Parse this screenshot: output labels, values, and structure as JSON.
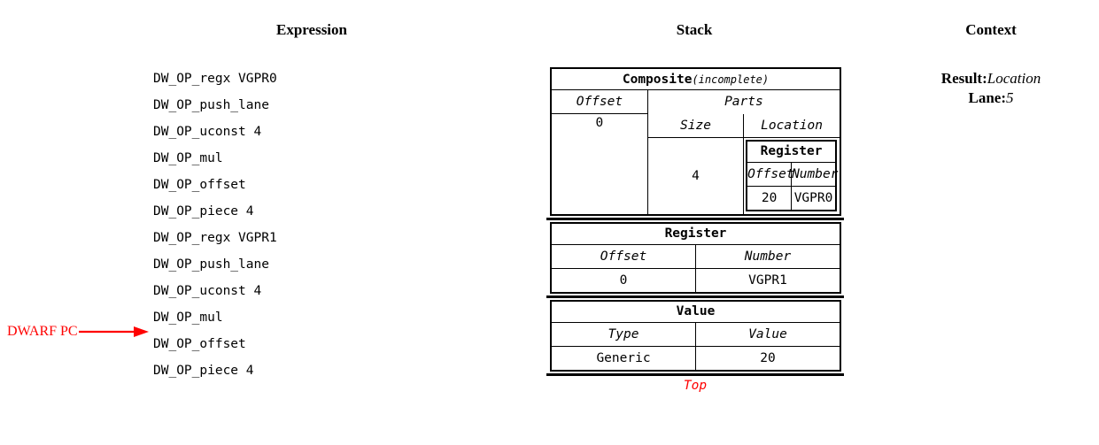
{
  "headings": {
    "expression": "Expression",
    "stack": "Stack",
    "context": "Context"
  },
  "expression": {
    "lines": [
      "DW_OP_regx VGPR0",
      "DW_OP_push_lane",
      "DW_OP_uconst 4",
      "DW_OP_mul",
      "DW_OP_offset",
      "DW_OP_piece 4",
      "DW_OP_regx VGPR1",
      "DW_OP_push_lane",
      "DW_OP_uconst 4",
      "DW_OP_mul",
      "DW_OP_offset",
      "DW_OP_piece 4"
    ],
    "pc_marker": {
      "label": "DWARF PC",
      "target_line_index": 10,
      "color": "#ff0000"
    }
  },
  "stack": {
    "top_label": "Top",
    "top_label_color": "#ff0000",
    "frames": [
      {
        "kind": "composite",
        "title": "Composite",
        "title_suffix": "(incomplete)",
        "offset_header": "Offset",
        "offset_value": "0",
        "parts_header": "Parts",
        "size_header": "Size",
        "size_value": "4",
        "location_header": "Location",
        "nested": {
          "title": "Register",
          "columns": [
            "Offset",
            "Number"
          ],
          "values": [
            "20",
            "VGPR0"
          ]
        }
      },
      {
        "kind": "register",
        "title": "Register",
        "columns": [
          "Offset",
          "Number"
        ],
        "values": [
          "0",
          "VGPR1"
        ]
      },
      {
        "kind": "value",
        "title": "Value",
        "columns": [
          "Type",
          "Value"
        ],
        "values": [
          "Generic",
          "20"
        ],
        "value_color": "#ff0000"
      }
    ]
  },
  "context": {
    "rows": [
      {
        "key": "Result:",
        "value": "Location"
      },
      {
        "key": "Lane:",
        "value": "5"
      }
    ]
  }
}
